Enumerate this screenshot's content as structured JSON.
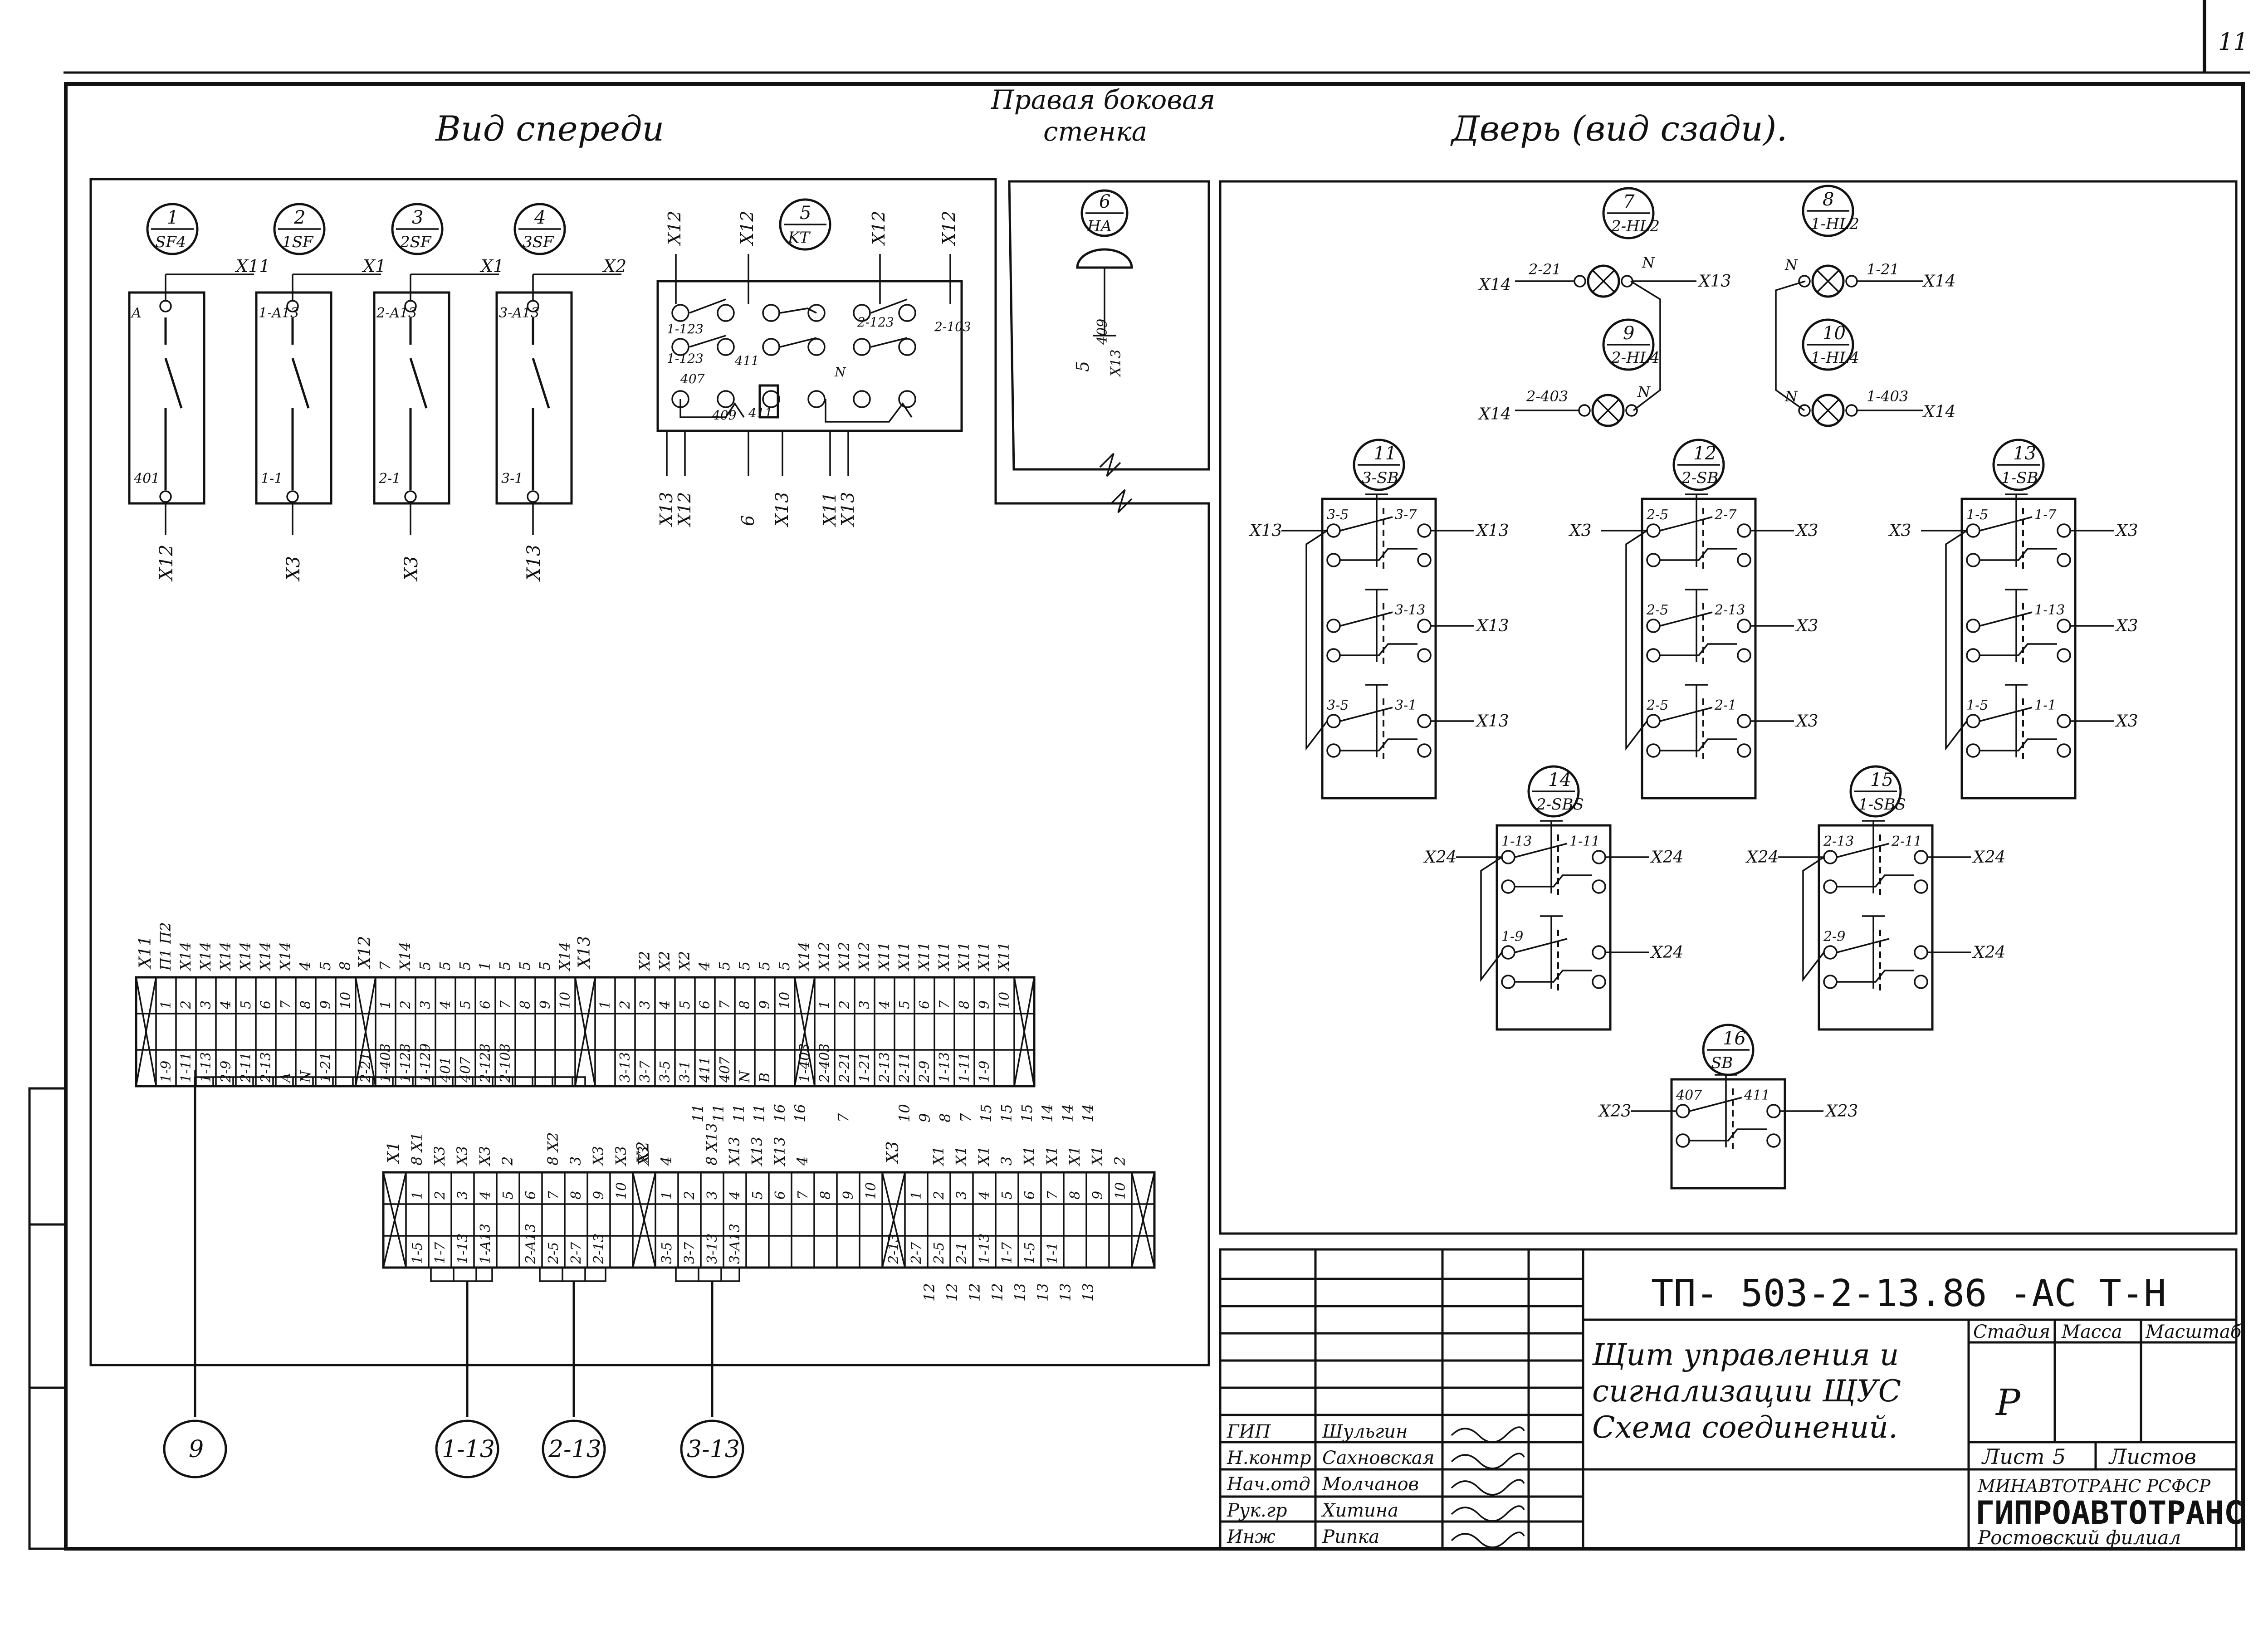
{
  "sheet": {
    "number": "11",
    "view_titles": {
      "front": "Вид спереди",
      "side": "Правая боковая стенка",
      "door": "Дверь (вид сзади)."
    }
  },
  "devices": [
    {
      "num": "1",
      "code": "SF4",
      "wire_top": "X11",
      "pin_top": "A",
      "pin_bottom": "401",
      "wire_bottom": "X12"
    },
    {
      "num": "2",
      "code": "1SF",
      "wire_top": "X1",
      "pin_top": "1-A13",
      "pin_bottom": "1-1",
      "wire_bottom": "X3"
    },
    {
      "num": "3",
      "code": "2SF",
      "wire_top": "X1",
      "pin_top": "2-A13",
      "pin_bottom": "2-1",
      "wire_bottom": "X3"
    },
    {
      "num": "4",
      "code": "3SF",
      "wire_top": "X2",
      "pin_top": "3-A13",
      "pin_bottom": "3-1",
      "wire_bottom": "X13"
    }
  ],
  "relay": {
    "num": "5",
    "code": "KT",
    "top_wires": [
      "X12",
      "X12",
      "X12",
      "X12"
    ],
    "bottom_wires": [
      "X13",
      "X12",
      "6",
      "X13",
      "X11",
      "X13"
    ],
    "labels": [
      "1-123",
      "2-123",
      "1-123",
      "2-103",
      "407",
      "411",
      "409",
      "411",
      "N"
    ]
  },
  "side_device": {
    "num": "6",
    "code": "HA",
    "wires": [
      "5",
      "409",
      "X13"
    ]
  },
  "lamps": [
    {
      "num": "7",
      "code": "2-HL2",
      "left_wire": "X14",
      "left_label": "2-21",
      "right_label": "N",
      "right_wire": "X13"
    },
    {
      "num": "8",
      "code": "1-HL2",
      "left_label": "N",
      "right_label": "1-21",
      "right_wire": "X14"
    },
    {
      "num": "9",
      "code": "2-HL4",
      "left_wire": "X14",
      "left_label": "2-403",
      "right_label": "N"
    },
    {
      "num": "10",
      "code": "1-HL4",
      "left_label": "N",
      "right_label": "1-403",
      "right_wire": "X14"
    }
  ],
  "buttons": [
    {
      "num": "11",
      "code": "3-SB",
      "left_wire": "X13",
      "rows": [
        [
          "3-5",
          "3-7",
          "X13"
        ],
        [
          "",
          "3-13",
          "X13"
        ],
        [
          "3-5",
          "3-1",
          "X13"
        ]
      ]
    },
    {
      "num": "12",
      "code": "2-SB",
      "left_wire": "X3",
      "rows": [
        [
          "2-5",
          "2-7",
          "X3"
        ],
        [
          "2-5",
          "2-13",
          "X3"
        ],
        [
          "2-5",
          "2-1",
          "X3"
        ]
      ]
    },
    {
      "num": "13",
      "code": "1-SB",
      "left_wire": "X3",
      "rows": [
        [
          "1-5",
          "1-7",
          "X3"
        ],
        [
          "",
          "1-13",
          "X3"
        ],
        [
          "1-5",
          "1-1",
          "X3"
        ]
      ]
    },
    {
      "num": "14",
      "code": "2-SBS",
      "left_wire": "X24",
      "rows": [
        [
          "1-13",
          "1-11",
          "X24"
        ],
        [
          "1-9",
          "",
          "X24"
        ]
      ]
    },
    {
      "num": "15",
      "code": "1-SBS",
      "left_wire": "X24",
      "rows": [
        [
          "2-13",
          "2-11",
          "X24"
        ],
        [
          "2-9",
          "",
          "X24"
        ]
      ]
    },
    {
      "num": "16",
      "code": "SB",
      "left_wire": "X23",
      "rows": [
        [
          "407",
          "411",
          "X23"
        ]
      ]
    }
  ],
  "terminal_strip_1": {
    "section_labels": [
      "X11",
      "X12",
      "X13"
    ],
    "top": [
      "",
      "П1 П2",
      "X14",
      "X14",
      "X14",
      "X14",
      "X14",
      "X14",
      "4",
      "5",
      "8",
      "",
      "7",
      "X14",
      "5",
      "5",
      "5",
      "1",
      "5",
      "5",
      "5",
      "X14",
      "",
      "",
      "",
      "X2",
      "X2",
      "X2",
      "4",
      "5",
      "5",
      "5",
      "5",
      "X14",
      "X12",
      "X12",
      "X12",
      "X11",
      "X11",
      "X11",
      "X11",
      "X11",
      "X11",
      "X11",
      ""
    ],
    "num": [
      "",
      "1",
      "2",
      "3",
      "4",
      "5",
      "6",
      "7",
      "8",
      "9",
      "10",
      "",
      "1",
      "2",
      "3",
      "4",
      "5",
      "6",
      "7",
      "8",
      "9",
      "10",
      "",
      "1",
      "2",
      "3",
      "4",
      "5",
      "6",
      "7",
      "8",
      "9",
      "10",
      "",
      "1",
      "2",
      "3",
      "4",
      "5",
      "6",
      "7",
      "8",
      "9",
      "10",
      ""
    ],
    "bottom": [
      "",
      "1-9",
      "1-11",
      "1-13",
      "2-9",
      "2-11",
      "2-13",
      "A",
      "N",
      "1-21",
      "",
      "2-21",
      "1-403",
      "1-123",
      "1-129",
      "401",
      "407",
      "2-123",
      "2-103",
      "",
      "",
      "",
      "",
      "",
      "3-13",
      "3-7",
      "3-5",
      "3-1",
      "411",
      "407",
      "N",
      "B",
      "",
      "1-403",
      "2-403",
      "2-21",
      "1-21",
      "2-13",
      "2-11",
      "2-9",
      "1-13",
      "1-11",
      "1-9",
      "",
      ""
    ],
    "below": [
      "11",
      "11",
      "11",
      "11",
      "16",
      "16",
      "7",
      "10",
      "9",
      "8",
      "7",
      "15",
      "15",
      "15",
      "14",
      "14",
      "14"
    ]
  },
  "terminal_strip_2": {
    "section_labels": [
      "X1",
      "X2",
      "X3"
    ],
    "top": [
      "",
      "8 X1",
      "X3",
      "X3",
      "X3",
      "2",
      "",
      "8 X2",
      "3",
      "X3",
      "X3",
      "X3",
      "4",
      "",
      "8 X13",
      "X13",
      "X13",
      "X13",
      "4",
      "",
      "",
      "",
      "",
      "",
      "X1",
      "X1",
      "X1",
      "3",
      "X1",
      "X1",
      "X1",
      "X1",
      "2",
      ""
    ],
    "num": [
      "",
      "1",
      "2",
      "3",
      "4",
      "5",
      "6",
      "7",
      "8",
      "9",
      "10",
      "",
      "1",
      "2",
      "3",
      "4",
      "5",
      "6",
      "7",
      "8",
      "9",
      "10",
      "",
      "1",
      "2",
      "3",
      "4",
      "5",
      "6",
      "7",
      "8",
      "9",
      "10",
      ""
    ],
    "bottom": [
      "",
      "1-5",
      "1-7",
      "1-13",
      "1-A13",
      "",
      "2-A13",
      "2-5",
      "2-7",
      "2-13",
      "",
      "",
      "3-5",
      "3-7",
      "3-13",
      "3-A13",
      "",
      "",
      "",
      "",
      "",
      "",
      "2-13",
      "2-7",
      "2-5",
      "2-1",
      "1-13",
      "1-7",
      "1-5",
      "1-1",
      "",
      "",
      "",
      ""
    ],
    "below": [
      "12",
      "12",
      "12",
      "12",
      "13",
      "13",
      "13",
      "13"
    ]
  },
  "cables": [
    "9",
    "1-13",
    "2-13",
    "3-13"
  ],
  "title_block": {
    "code": "ТП- 503-2-13.86 -АС Т-Н",
    "title_lines": [
      "Щит управления и",
      "сигнализации ЩУС",
      "Схема соединений."
    ],
    "stage_label": "Стадия",
    "mass_label": "Масса",
    "scale_label": "Масштаб",
    "stage": "Р",
    "sheet_label": "Лист",
    "sheet": "5",
    "sheets_label": "Листов",
    "ministry": "МИНАВТОТРАНС РСФСР",
    "org": "ГИПРОАВТОТРАНС",
    "branch": "Ростовский филиал",
    "roles": [
      "ГИП",
      "Н.контр",
      "Нач.отд",
      "Рук.гр",
      "Инж"
    ],
    "names": [
      "Шульгин",
      "Сахновская",
      "Молчанов",
      "Хитина",
      "Рипка"
    ]
  }
}
